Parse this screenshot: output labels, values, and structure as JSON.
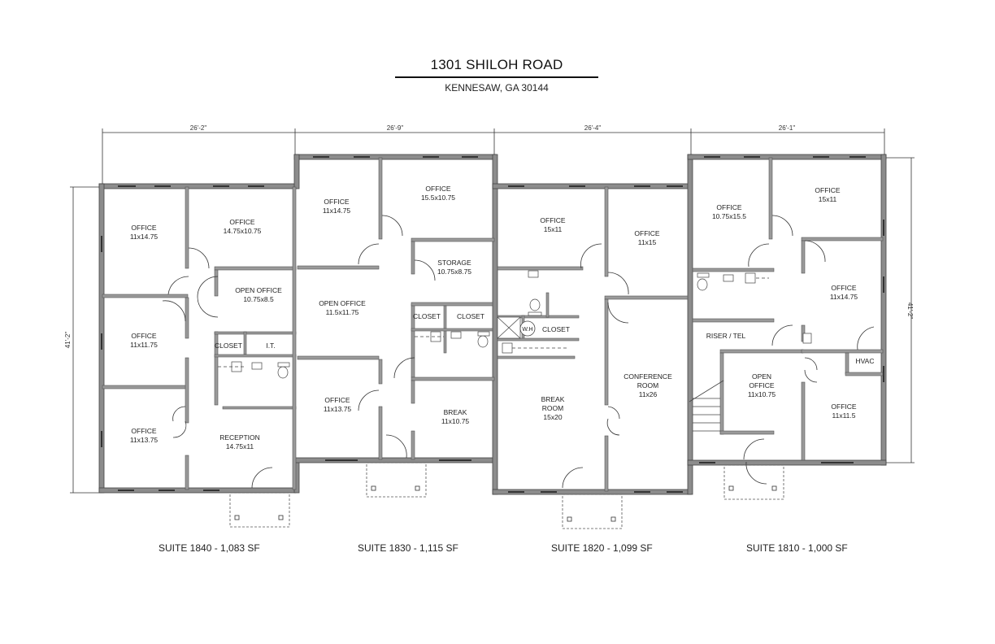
{
  "header": {
    "title": "1301 SHILOH ROAD",
    "subtitle": "KENNESAW, GA 30144"
  },
  "dimensions": {
    "top": [
      "26'-2\"",
      "26'-9\"",
      "26'-4\"",
      "26'-1\""
    ],
    "left": "41'-2\"",
    "right": "41'-2\""
  },
  "colors": {
    "wall": "#8c8c8c",
    "wall_outline": "#444444",
    "window": "#333333",
    "background": "#ffffff",
    "text": "#222222"
  },
  "suites": [
    {
      "label": "SUITE 1840 - 1,083 SF",
      "rooms": [
        {
          "name": "OFFICE",
          "size": "11x14.75"
        },
        {
          "name": "OFFICE",
          "size": "14.75x10.75"
        },
        {
          "name": "OPEN OFFICE",
          "size": "10.75x8.5"
        },
        {
          "name": "OFFICE",
          "size": "11x11.75"
        },
        {
          "name": "CLOSET",
          "size": ""
        },
        {
          "name": "I.T.",
          "size": ""
        },
        {
          "name": "OFFICE",
          "size": "11x13.75"
        },
        {
          "name": "RECEPTION",
          "size": "14.75x11"
        }
      ]
    },
    {
      "label": "SUITE 1830 - 1,115 SF",
      "rooms": [
        {
          "name": "OFFICE",
          "size": "11x14.75"
        },
        {
          "name": "OFFICE",
          "size": "15.5x10.75"
        },
        {
          "name": "STORAGE",
          "size": "10.75x8.75"
        },
        {
          "name": "OPEN OFFICE",
          "size": "11.5x11.75"
        },
        {
          "name": "CLOSET",
          "size": ""
        },
        {
          "name": "CLOSET",
          "size": ""
        },
        {
          "name": "OFFICE",
          "size": "11x13.75"
        },
        {
          "name": "BREAK",
          "size": "11x10.75"
        }
      ]
    },
    {
      "label": "SUITE 1820 - 1,099 SF",
      "rooms": [
        {
          "name": "OFFICE",
          "size": "15x11"
        },
        {
          "name": "OFFICE",
          "size": "11x15"
        },
        {
          "name": "CLOSET",
          "size": ""
        },
        {
          "name": "W.H",
          "size": ""
        },
        {
          "name": "BREAK ROOM",
          "line1": "BREAK",
          "line2": "ROOM",
          "size": "15x20"
        },
        {
          "name": "CONFERENCE ROOM",
          "line1": "CONFERENCE",
          "line2": "ROOM",
          "size": "11x26"
        }
      ]
    },
    {
      "label": "SUITE 1810 - 1,000 SF",
      "rooms": [
        {
          "name": "OFFICE",
          "size": "10.75x15.5"
        },
        {
          "name": "OFFICE",
          "size": "15x11"
        },
        {
          "name": "OFFICE",
          "size": "11x14.75"
        },
        {
          "name": "RISER / TEL",
          "size": ""
        },
        {
          "name": "HVAC",
          "size": ""
        },
        {
          "name": "OPEN OFFICE",
          "line1": "OPEN",
          "line2": "OFFICE",
          "size": "11x10.75"
        },
        {
          "name": "OFFICE",
          "size": "11x11.5"
        }
      ]
    }
  ]
}
